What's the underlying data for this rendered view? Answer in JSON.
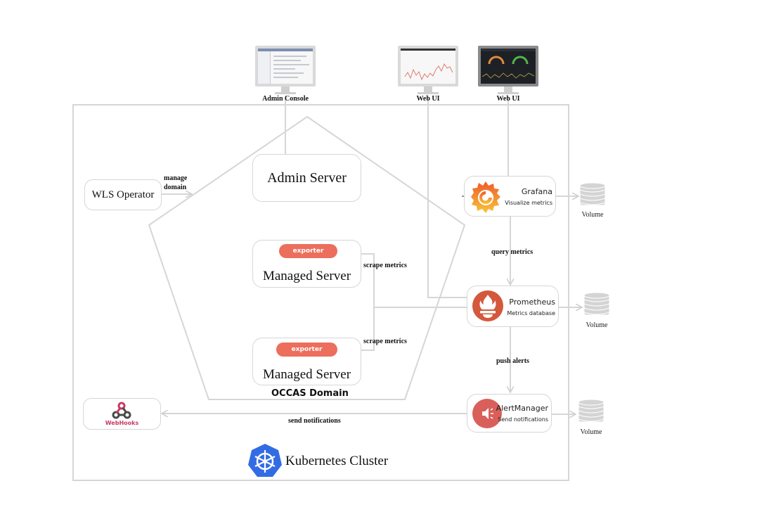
{
  "monitors": [
    {
      "label": "Admin Console",
      "screen": "admin-console-screen"
    },
    {
      "label": "Web UI",
      "screen": "prometheus-web-ui-screen"
    },
    {
      "label": "Web UI",
      "screen": "grafana-dashboard-screen"
    }
  ],
  "wls_operator": {
    "label": "WLS Operator"
  },
  "manage_domain": {
    "line1": "manage",
    "line2": "domain"
  },
  "admin_server": {
    "label": "Admin Server"
  },
  "managed_servers": [
    {
      "label": "Managed Server",
      "exporter": "exporter",
      "scrape_label": "scrape metrics"
    },
    {
      "label": "Managed Server",
      "exporter": "exporter",
      "scrape_label": "scrape metrics"
    }
  ],
  "domain_label": "OCCAS Domain",
  "grafana": {
    "title": "Grafana",
    "subtitle": "Visualize metrics",
    "accent": "#f0762e"
  },
  "query_metrics": "query metrics",
  "prometheus": {
    "title": "Prometheus",
    "subtitle": "Metrics database",
    "accent": "#d4583b"
  },
  "push_alerts": "push alerts",
  "alertmanager": {
    "title": "AlertManager",
    "subtitle": "Send notifications",
    "accent": "#d9605a"
  },
  "send_notifications": "send notifications",
  "webhooks": {
    "label": "WebHooks",
    "accent": "#c73a63"
  },
  "volumes": [
    {
      "label": "Volume"
    },
    {
      "label": "Volume"
    },
    {
      "label": "Volume"
    }
  ],
  "cluster": {
    "label": "Kubernetes Cluster",
    "accent": "#326ce5"
  }
}
